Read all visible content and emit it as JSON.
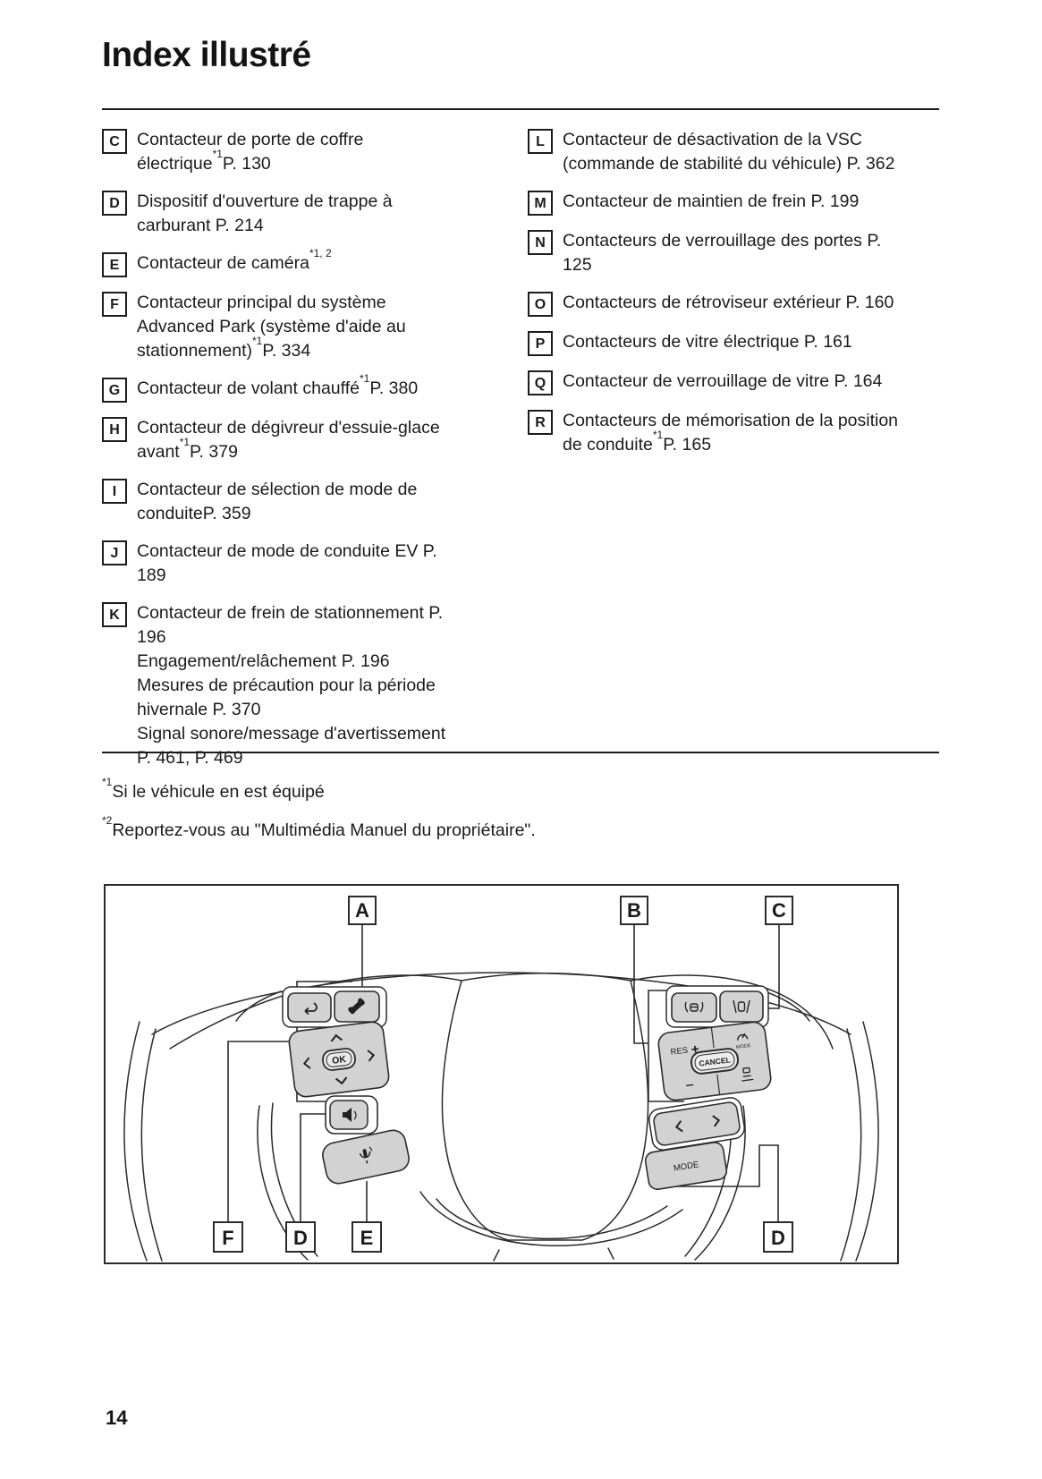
{
  "page": {
    "title": "Index illustré",
    "page_number": "14"
  },
  "index": {
    "left_column": [
      {
        "tag": "C",
        "parts": [
          {
            "t": "Contacteur de porte de coffre électrique"
          },
          {
            "sup": "*1"
          },
          {
            "t": "P. 130"
          }
        ]
      },
      {
        "tag": "D",
        "parts": [
          {
            "t": "Dispositif d'ouverture de trappe à carburant P. 214"
          }
        ]
      },
      {
        "tag": "E",
        "parts": [
          {
            "t": "Contacteur de caméra"
          },
          {
            "sup": "*1, 2"
          }
        ]
      },
      {
        "tag": "F",
        "parts": [
          {
            "t": "Contacteur principal du système Advanced Park (système d'aide au stationnement)"
          },
          {
            "sup": "*1"
          },
          {
            "t": "P. 334"
          }
        ]
      },
      {
        "tag": "G",
        "parts": [
          {
            "t": "Contacteur de volant chauffé"
          },
          {
            "sup": "*1"
          },
          {
            "t": "P. 380"
          }
        ]
      },
      {
        "tag": "H",
        "parts": [
          {
            "t": "Contacteur de dégivreur d'essuie-glace avant"
          },
          {
            "sup": "*1"
          },
          {
            "t": "P. 379"
          }
        ]
      },
      {
        "tag": "I",
        "parts": [
          {
            "t": "Contacteur de sélection de mode de conduiteP. 359"
          }
        ]
      },
      {
        "tag": "J",
        "parts": [
          {
            "t": "Contacteur de mode de conduite EV P. 189"
          }
        ]
      },
      {
        "tag": "K",
        "parts": [
          {
            "t": "Contacteur de frein de stationnement P. 196"
          },
          {
            "br": true
          },
          {
            "t": "Engagement/relâchement P. 196"
          },
          {
            "br": true
          },
          {
            "t": "Mesures de précaution pour la période hivernale P. 370"
          },
          {
            "br": true
          },
          {
            "t": "Signal sonore/message d'avertissement P. 461, P. 469"
          }
        ]
      }
    ],
    "right_column": [
      {
        "tag": "L",
        "parts": [
          {
            "t": "Contacteur de désactivation de la VSC (commande de stabilité du véhicule) P. 362"
          }
        ]
      },
      {
        "tag": "M",
        "parts": [
          {
            "t": "Contacteur de maintien de frein P. 199"
          }
        ]
      },
      {
        "tag": "N",
        "parts": [
          {
            "t": "Contacteurs de verrouillage des portes P. 125"
          }
        ]
      },
      {
        "tag": "O",
        "parts": [
          {
            "t": "Contacteurs de rétroviseur extérieur P. 160"
          }
        ]
      },
      {
        "tag": "P",
        "parts": [
          {
            "t": "Contacteurs de vitre électrique P. 161"
          }
        ]
      },
      {
        "tag": "Q",
        "parts": [
          {
            "t": "Contacteur de verrouillage de vitre P. 164"
          }
        ]
      },
      {
        "tag": "R",
        "parts": [
          {
            "t": "Contacteurs de mémorisation de la position de conduite"
          },
          {
            "sup": "*1"
          },
          {
            "t": "P. 165"
          }
        ]
      }
    ]
  },
  "footnotes": [
    {
      "sup": "*1",
      "text": "Si le véhicule en est équipé"
    },
    {
      "sup": "*2",
      "text": "Reportez-vous au \"Multimédia Manuel du propriétaire\"."
    }
  ],
  "diagram": {
    "callouts": {
      "a": "A",
      "b": "B",
      "c": "C",
      "f": "F",
      "d_left": "D",
      "e": "E",
      "d_right": "D"
    },
    "buttons": {
      "ok": "OK",
      "cancel": "CANCEL",
      "res": "RES",
      "plus": "+",
      "minus": "−",
      "mode_gauge": "MODE",
      "mode": "MODE"
    },
    "icon_glyphs": {
      "back-icon": "return-arrow",
      "phone-icon": "phone-handset",
      "chevron-up-icon": "up-arrow",
      "chevron-down-icon": "down-arrow",
      "chevron-left-icon": "left-arrow",
      "chevron-right-icon": "right-arrow",
      "volume-icon": "speaker",
      "voice-icon": "microphone",
      "cruise-icon": "adaptive-cruise-car",
      "lane-assist-icon": "car-between-lanes",
      "gauge-icon": "speedometer",
      "distance-icon": "following-distance",
      "track-prev-icon": "left-chevron",
      "track-next-icon": "right-chevron"
    }
  }
}
